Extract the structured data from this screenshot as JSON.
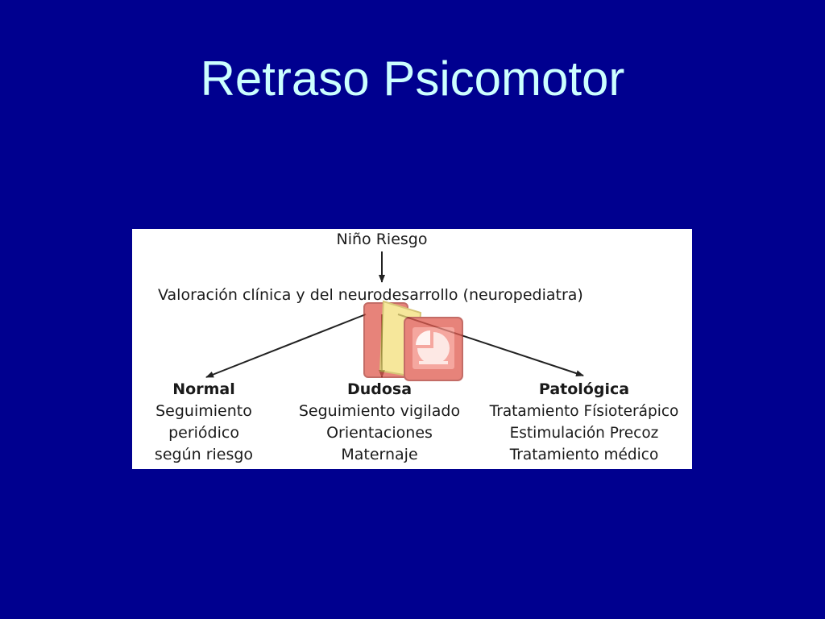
{
  "slide": {
    "title": "Retraso Psicomotor"
  },
  "diagram": {
    "root": "Niño Riesgo",
    "evaluation": "Valoración clínica y del neurodesarrollo (neuropediatra)",
    "branches": [
      {
        "title": "Normal",
        "lines": [
          "Seguimiento",
          "periódico",
          "según riesgo"
        ]
      },
      {
        "title": "Dudosa",
        "lines": [
          "Seguimiento vigilado",
          "Orientaciones",
          "Maternaje"
        ]
      },
      {
        "title": "Patológica",
        "lines": [
          "Tratamiento Físioterápico",
          "Estimulación Precoz",
          "Tratamiento médico"
        ]
      }
    ]
  },
  "overlay": {
    "icon": "presentation-icon",
    "colors": {
      "red": "#e05a4e",
      "yellow": "#f3e07a"
    }
  }
}
